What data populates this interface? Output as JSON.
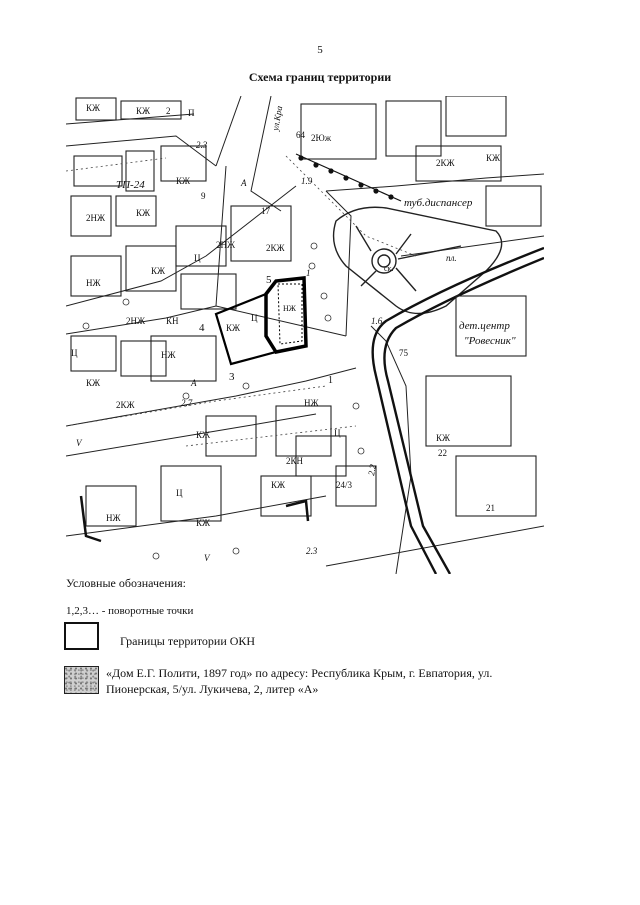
{
  "page": {
    "number": "5",
    "title": "Схема границ территории"
  },
  "map": {
    "labels": {
      "kzh": "КЖ",
      "nzh": "НЖ",
      "kn": "КН",
      "two_kzh": "2КЖ",
      "two_nzh": "2НЖ",
      "two_kn": "2КН",
      "two_yu": "2Юж",
      "ts": "Ц",
      "a": "А",
      "v": "V",
      "p": "П",
      "tp": "ТП-24",
      "street": "ул.Кра",
      "tub": "туб.диспансер",
      "sk": "ск.",
      "det_center": "дет.центр",
      "rovesnik": "\"Ровесник\"",
      "pl": "пл.",
      "n2": "2",
      "n9": "9",
      "n17": "17",
      "n64": "64",
      "n75": "75",
      "n22": "22",
      "n21": "21",
      "n24_3": "24/3",
      "n1": "1",
      "n2_3": "2.3",
      "n1_9": "1.9",
      "n1_6": "1.6",
      "n2_7": "2.7",
      "n2_2": "2.2",
      "p5": "5",
      "p4": "4",
      "p3": "3",
      "p1": "1"
    }
  },
  "legend": {
    "heading": "Условные обозначения:",
    "points": "1,2,3… - поворотные точки",
    "boundary": "Границы территории ОКН",
    "object": "«Дом Е.Г. Полити, 1897 год» по адресу: Республика Крым, г. Евпатория, ул. Пионерская, 5/ул. Лукичева, 2, литер «А»"
  },
  "colors": {
    "ink": "#111111",
    "paper": "#ffffff"
  }
}
